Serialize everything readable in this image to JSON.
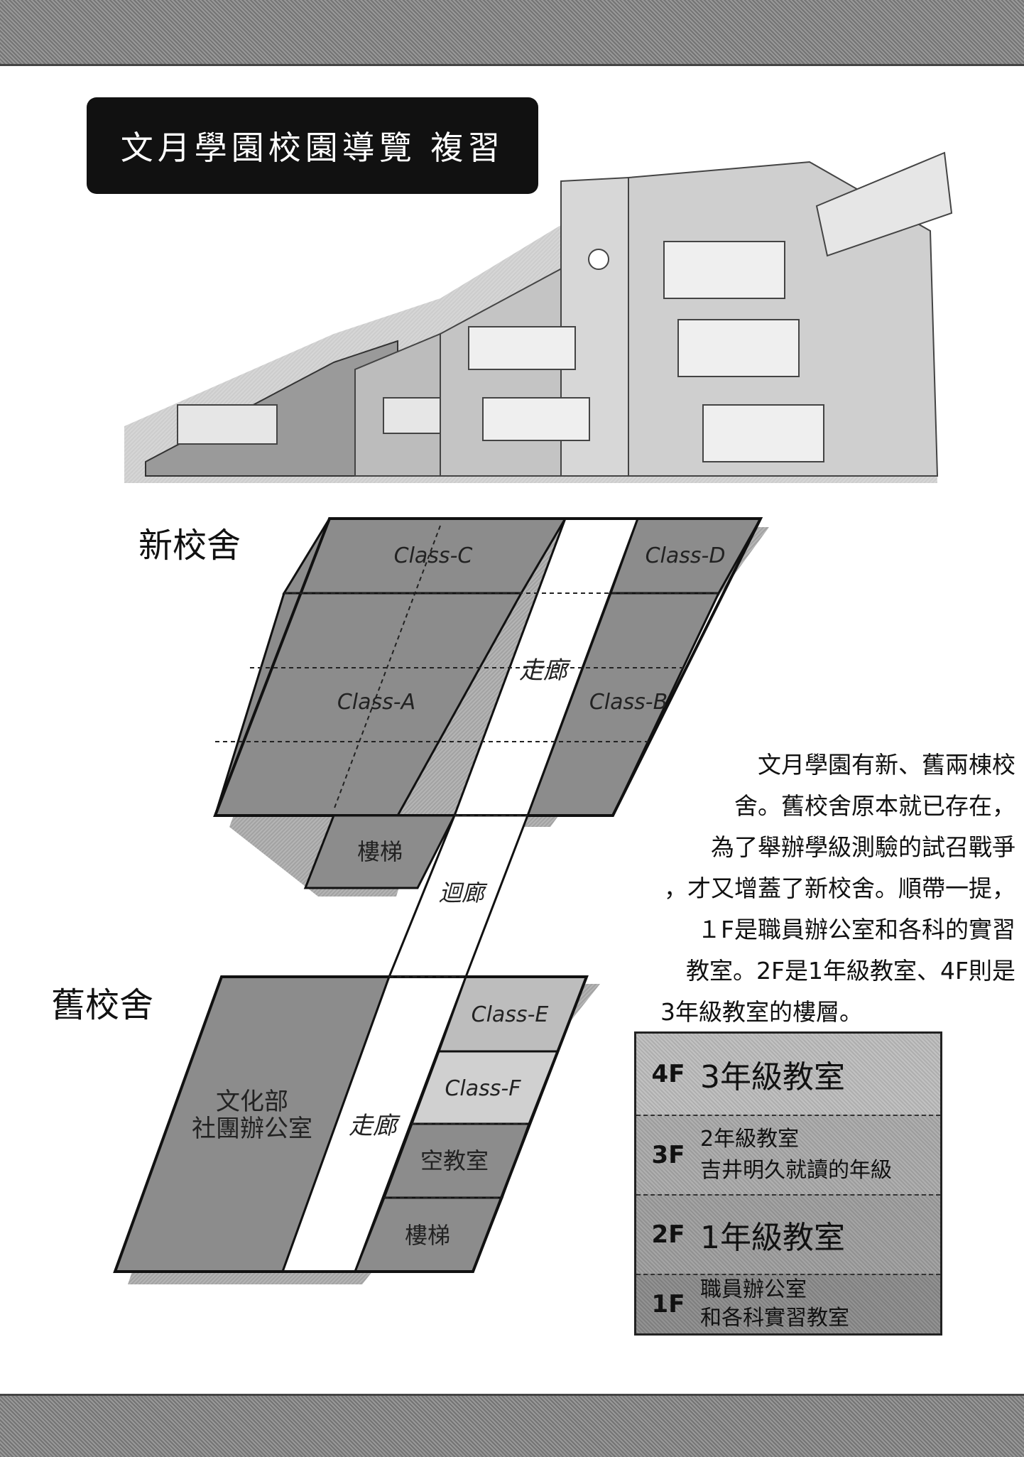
{
  "title": "文月學園校園導覽 複習",
  "buildings": {
    "new": "新校舍",
    "old": "舊校舍"
  },
  "rooms": {
    "class_c": "Class-C",
    "class_d": "Class-D",
    "class_a": "Class-A",
    "class_b": "Class-B",
    "corridor_new": "走廊",
    "stairs_new": "樓梯",
    "connector": "迴廊",
    "class_e": "Class-E",
    "class_f": "Class-F",
    "empty_room": "空教室",
    "stairs_old": "樓梯",
    "corridor_old": "走廊",
    "club_line1": "文化部",
    "club_line2": "社團辦公室"
  },
  "description": [
    "文月學園有新、舊兩棟校",
    "舍。舊校舍原本就已存在，",
    "為了舉辦學級測驗的試召戰爭",
    "，才又增蓋了新校舍。順帶一提，",
    "１F是職員辦公室和各科的實習",
    "教室。2F是1年級教室、4F則是",
    "3年級教室的樓層。"
  ],
  "floors": [
    {
      "level": "4F",
      "lines": [
        "3年級教室"
      ],
      "size": "big",
      "shade": "#bdbdbd"
    },
    {
      "level": "3F",
      "lines": [
        "2年級教室",
        "吉井明久就讀的年級"
      ],
      "size": "small",
      "shade": "#a9a9a9"
    },
    {
      "level": "2F",
      "lines": [
        "1年級教室"
      ],
      "size": "big",
      "shade": "#9d9d9d"
    },
    {
      "level": "1F",
      "lines": [
        "職員辦公室",
        "和各科實習教室"
      ],
      "size": "small",
      "shade": "#8a8a8a"
    }
  ],
  "colors": {
    "room_dark": "#8c8c8c",
    "room_light": "#bdbdbd",
    "room_mid": "#a6a6a6",
    "shadow": "#c8c8c8",
    "outline": "#111111"
  }
}
